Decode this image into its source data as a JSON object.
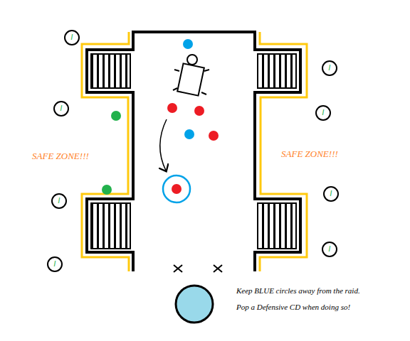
{
  "diagram": {
    "nodes": [
      {
        "text": [
          "I"
        ]
      },
      {
        "text": [
          "I"
        ]
      },
      {
        "text": [
          "I"
        ]
      },
      {
        "text": [
          "I"
        ]
      },
      {
        "text": [
          "I"
        ]
      },
      {
        "text": [
          "I"
        ]
      },
      {
        "text": [
          "I"
        ]
      },
      {
        "text": [
          "I"
        ]
      }
    ],
    "labels": [
      "SAFE ZONE!!!",
      "SAFE ZONE!!!",
      "Keep BLUE circles away from the raid.",
      "Pop a Defensive CD when doing so!"
    ]
  }
}
